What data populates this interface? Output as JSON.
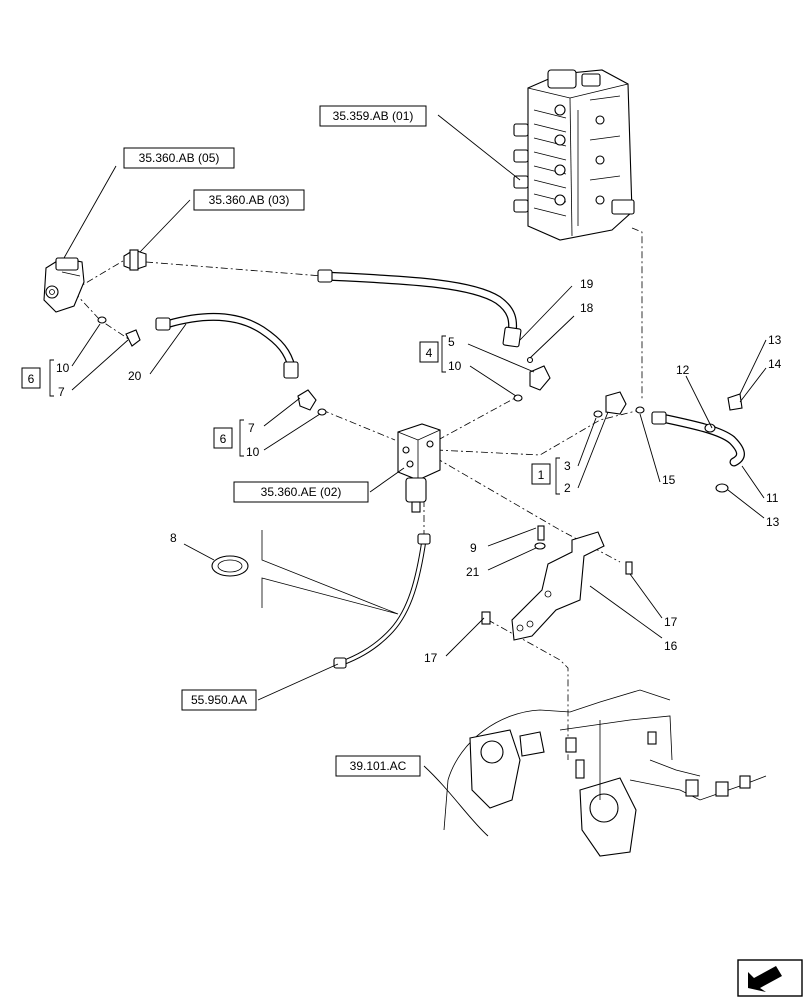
{
  "references": {
    "valve_block": "35.359.AB (01)",
    "valve_a": "35.360.AB (05)",
    "valve_b": "35.360.AB (03)",
    "manifold": "35.360.AE (02)",
    "harness": "55.950.AA",
    "frame": "39.101.AC"
  },
  "callouts": {
    "n1": "1",
    "n2": "2",
    "n3": "3",
    "n4": "4",
    "n5": "5",
    "n6a": "6",
    "n6b": "6",
    "n7a": "7",
    "n7b": "7",
    "n8": "8",
    "n9": "9",
    "n10a": "10",
    "n10b": "10",
    "n10c": "10",
    "n11": "11",
    "n12": "12",
    "n13a": "13",
    "n13b": "13",
    "n14": "14",
    "n15": "15",
    "n16": "16",
    "n17a": "17",
    "n17b": "17",
    "n18": "18",
    "n19": "19",
    "n20": "20",
    "n21": "21"
  },
  "icons": {
    "nav": "arrow-corner-icon"
  }
}
